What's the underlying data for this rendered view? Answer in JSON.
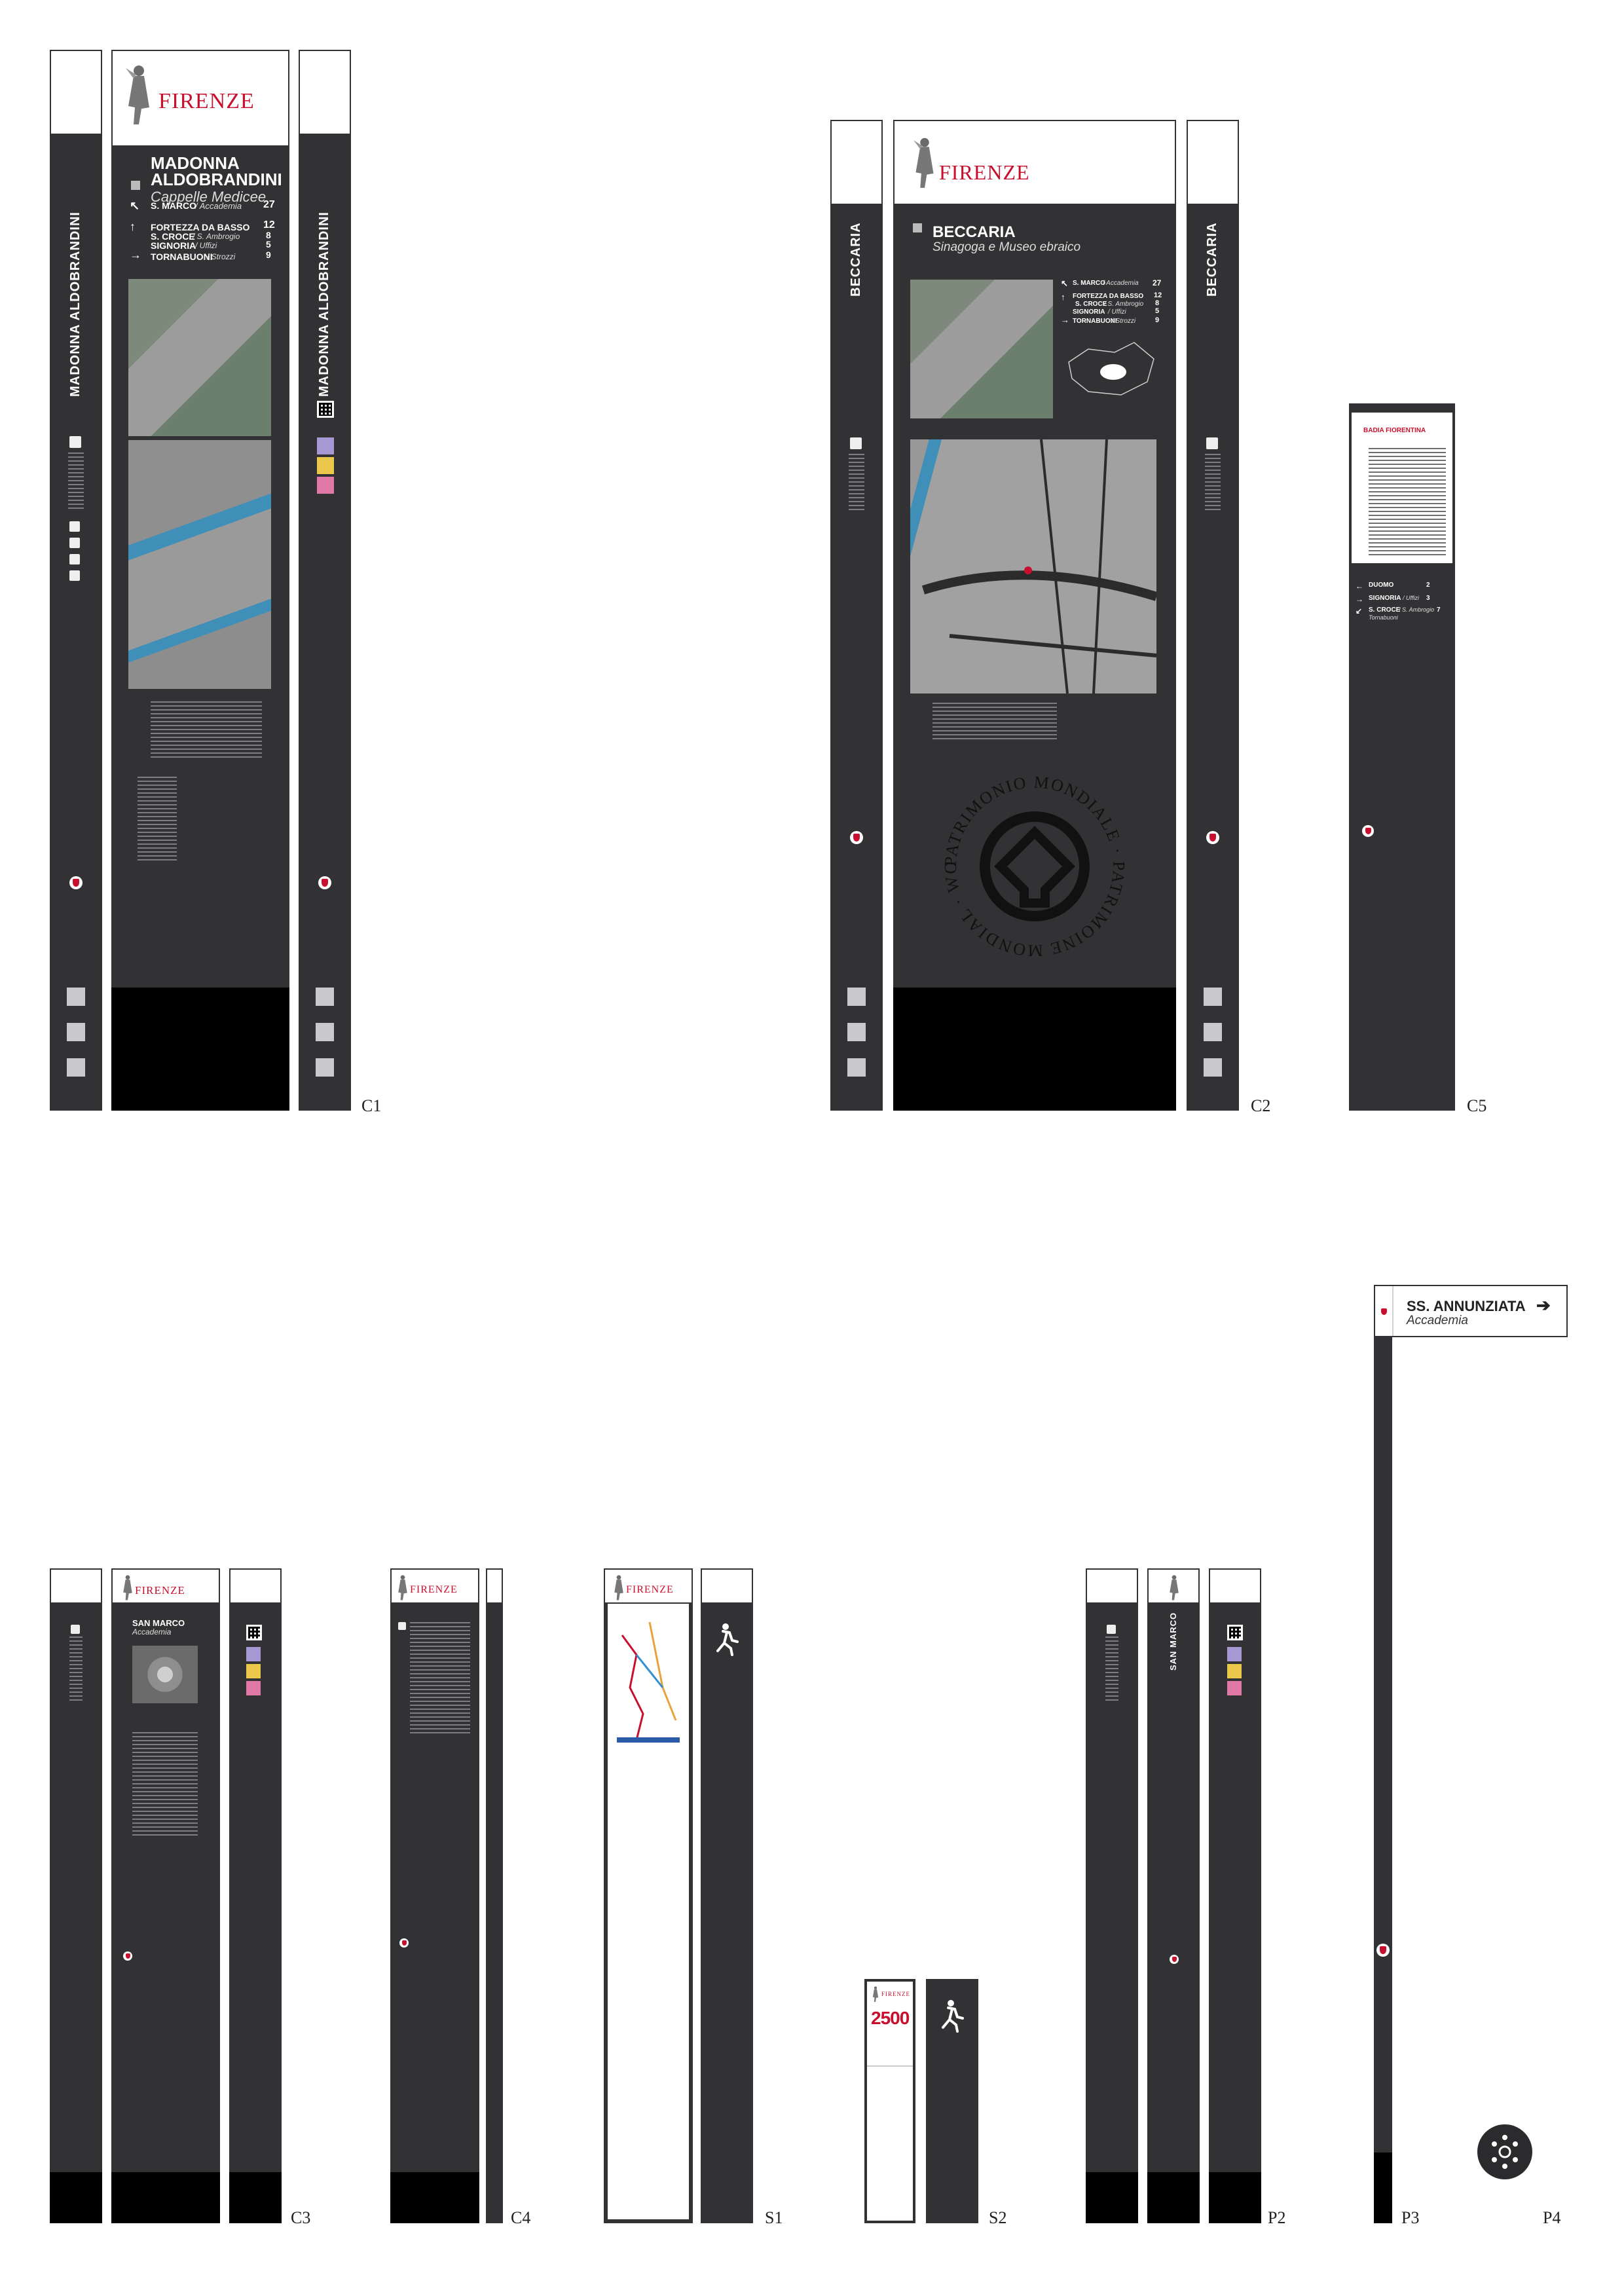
{
  "labels": {
    "c1": "C1",
    "c2": "C2",
    "c5": "C5",
    "c3": "C3",
    "c4": "C4",
    "s1": "S1",
    "s2": "S2",
    "p2": "P2",
    "p3": "P3",
    "p4": "P4"
  },
  "brand": {
    "name": "FIRENZE",
    "color": "#c8102e",
    "panel_color": "#323235"
  },
  "c1": {
    "side_text": "MADONNA ALDOBRANDINI",
    "title_line1": "MADONNA",
    "title_line2": "ALDOBRANDINI",
    "subtitle": "Cappelle Medicee",
    "destinations": [
      {
        "name": "S. MARCO",
        "sub": "/ Accademia",
        "num": "27"
      },
      {
        "name": "FORTEZZA DA BASSO",
        "sub": "",
        "num": "12"
      },
      {
        "name": "S. CROCE",
        "sub": "/ S. Ambrogio",
        "num": "8"
      },
      {
        "name": "SIGNORIA",
        "sub": "/ Uffizi",
        "num": "5"
      },
      {
        "name": "TORNABUONI",
        "sub": "/ Strozzi",
        "num": "9"
      }
    ]
  },
  "c2": {
    "side_text": "BECCARIA",
    "title": "BECCARIA",
    "subtitle": "Sinagoga e Museo ebraico",
    "destinations": [
      {
        "name": "S. MARCO",
        "sub": "/ Accademia",
        "num": "27"
      },
      {
        "name": "FORTEZZA DA BASSO",
        "sub": "",
        "num": "12"
      },
      {
        "name": "S. CROCE",
        "sub": "/ S. Ambrogio",
        "num": "8"
      },
      {
        "name": "SIGNORIA",
        "sub": "/ Uffizi",
        "num": "5"
      },
      {
        "name": "TORNABUONI",
        "sub": "/ Strozzi",
        "num": "9"
      }
    ],
    "heritage_text": "PATRIMONIO MONDIALE · PATRIMOINE MONDIAL · WORLD HERITAGE ·"
  },
  "c5": {
    "title": "BADIA FIORENTINA",
    "destinations": [
      {
        "name": "DUOMO",
        "sub": "",
        "num": "2"
      },
      {
        "name": "SIGNORIA",
        "sub": "/ Uffizi",
        "num": "3"
      },
      {
        "name": "S. CROCE",
        "sub": "/ S. Ambrogio",
        "num": "7"
      },
      {
        "name": "",
        "sub": "Tornabuoni",
        "num": ""
      }
    ]
  },
  "c3": {
    "title": "SAN MARCO",
    "subtitle": "Accademia"
  },
  "c4": {
    "title": ""
  },
  "s2": {
    "number": "2500"
  },
  "p2": {
    "side_text": "SAN MARCO"
  },
  "p3": {
    "title": "SS. ANNUNZIATA",
    "subtitle": "Accademia"
  },
  "icons": {
    "pedestrian": "pedestrian-icon",
    "arrow": "arrow-right-icon",
    "qr": "qr-code-icon",
    "crest": "florence-crest-icon",
    "heritage": "world-heritage-emblem-icon"
  }
}
